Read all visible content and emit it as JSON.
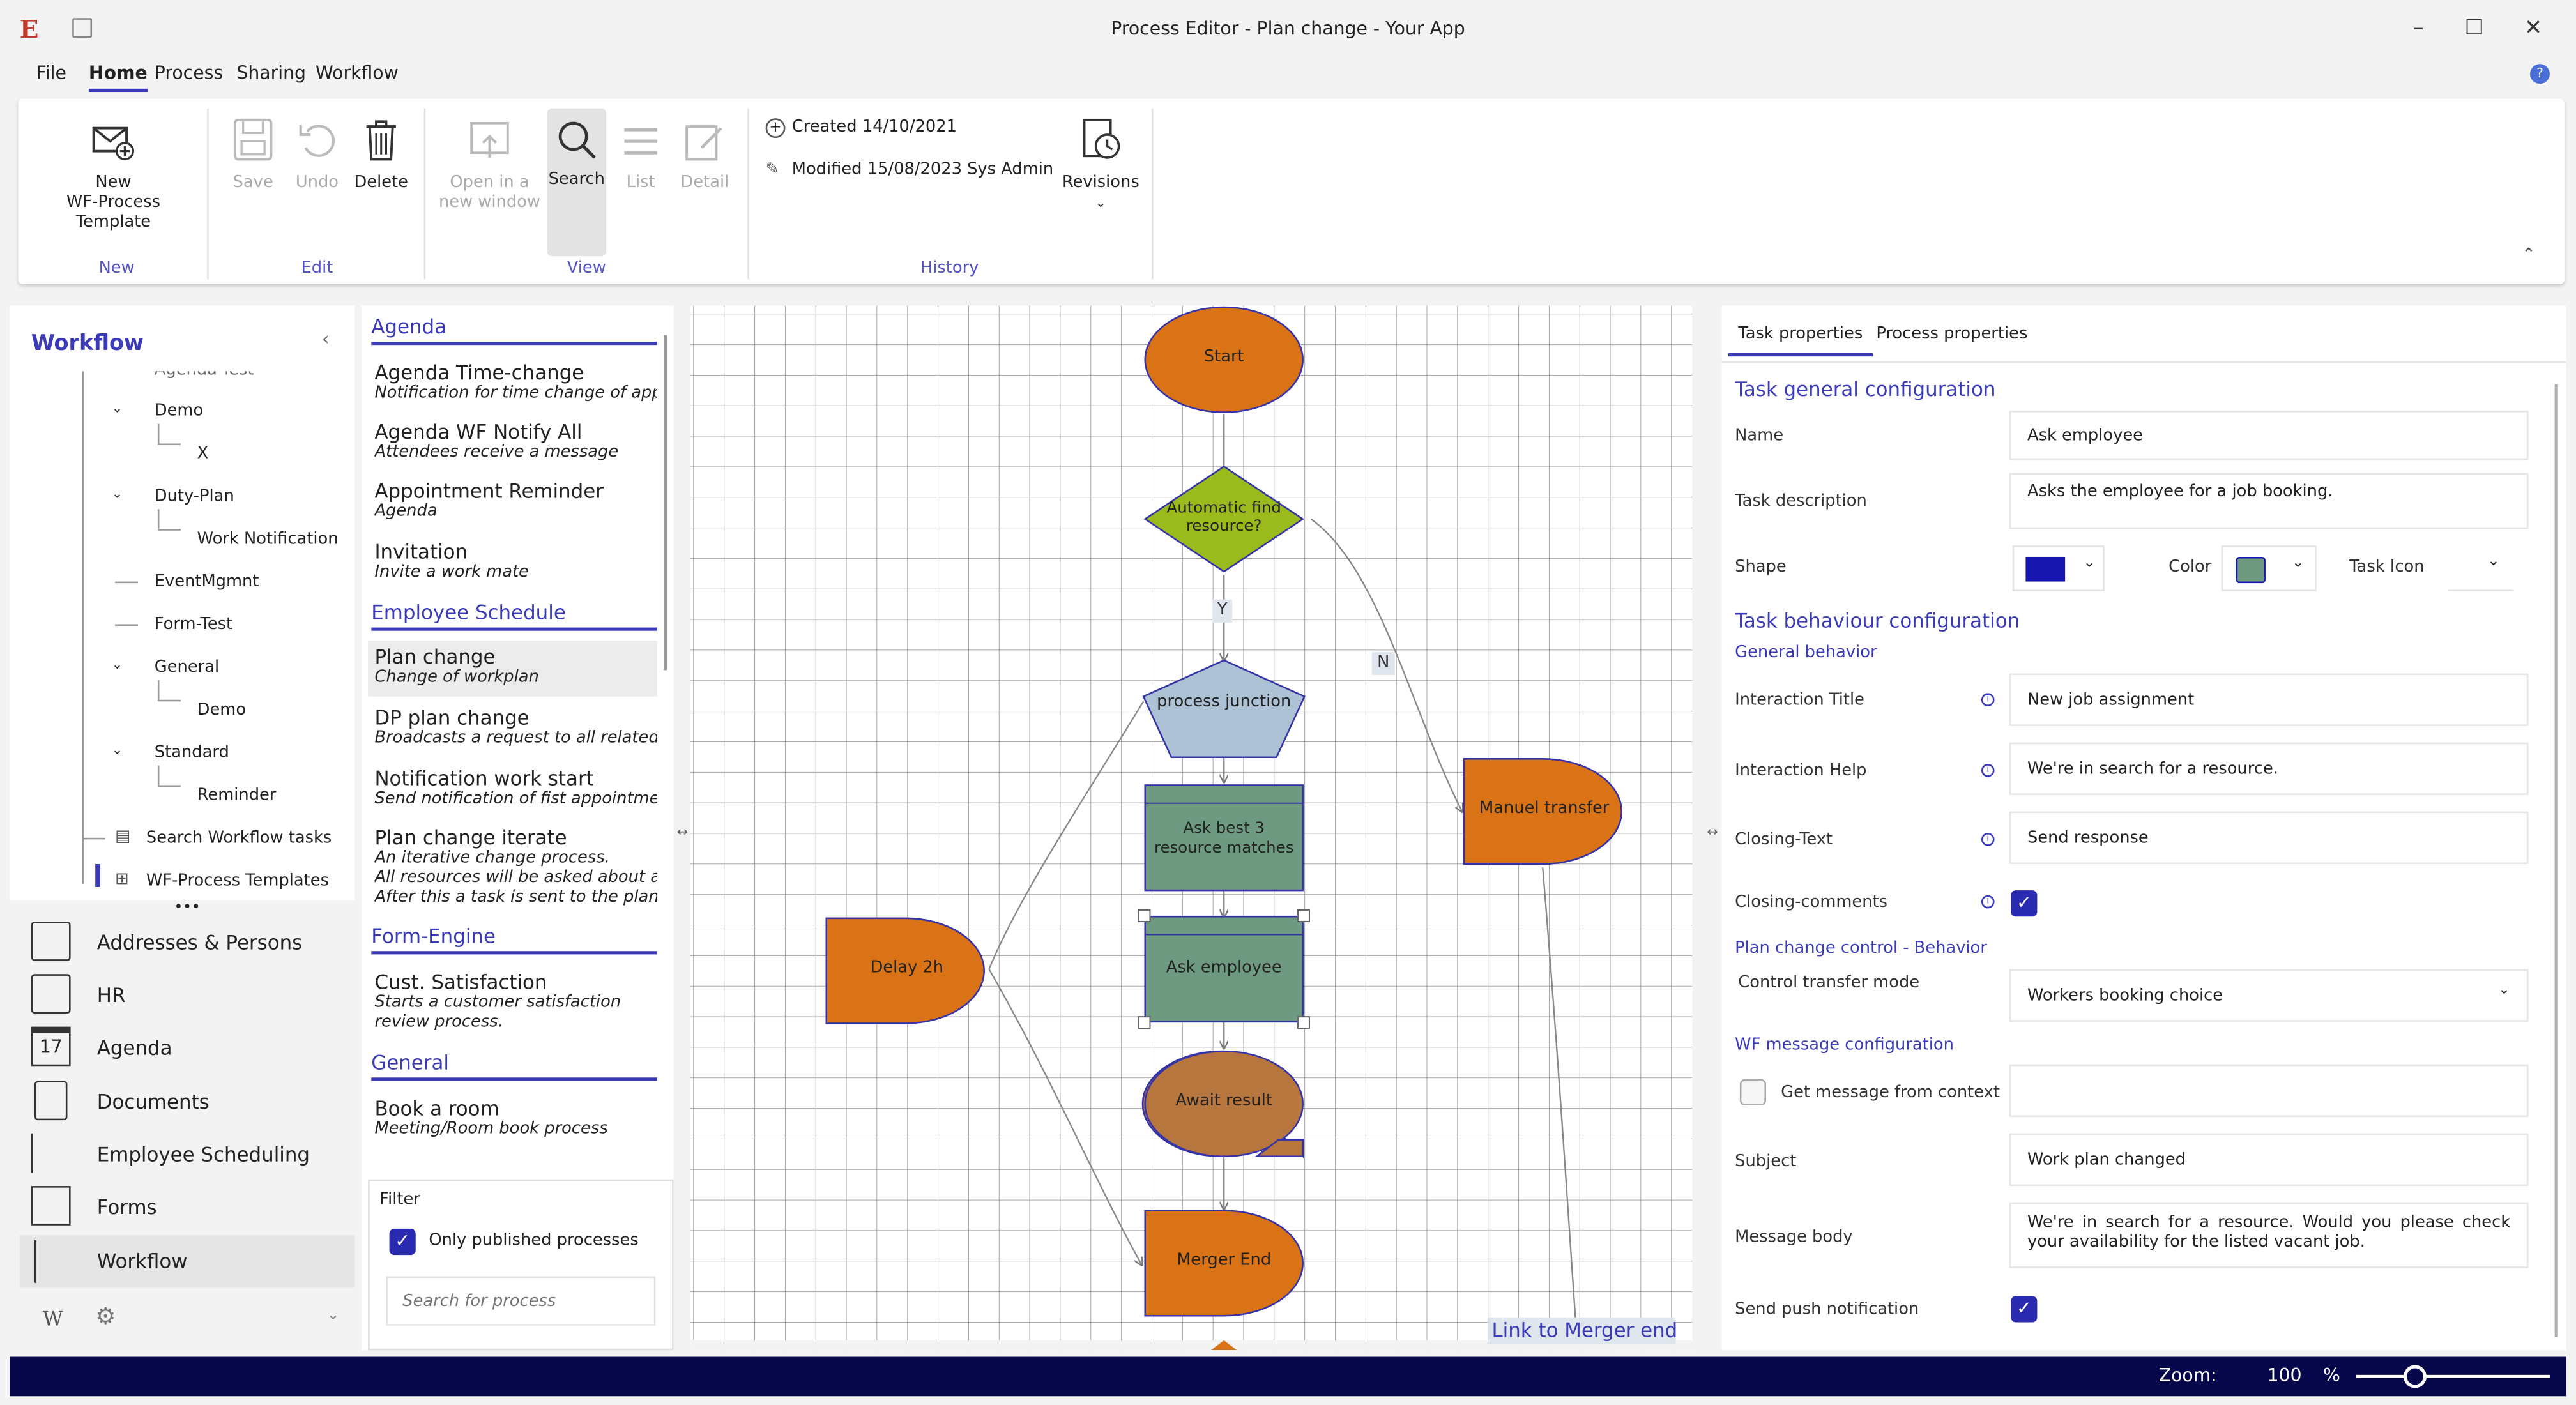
{
  "window": {
    "title": "Process Editor - Plan change - Your App"
  },
  "menu": [
    "File",
    "Home",
    "Process",
    "Sharing",
    "Workflow"
  ],
  "ribbon": {
    "new_wf": "New\nWF-Process Template",
    "save": "Save",
    "undo": "Undo",
    "delete": "Delete",
    "open_new": "Open in a\nnew window",
    "search": "Search",
    "list": "List",
    "detail": "Detail",
    "created": "Created 14/10/2021",
    "modified": "Modified 15/08/2023 Sys Admin",
    "revisions": "Revisions",
    "groups": {
      "new": "New",
      "edit": "Edit",
      "view": "View",
      "history": "History"
    }
  },
  "nav": {
    "title": "Workflow",
    "tree": [
      "Agenda-Test",
      "Demo",
      "X",
      "Duty-Plan",
      "Work Notification",
      "EventMgmnt",
      "Form-Test",
      "General",
      "Demo",
      "Standard",
      "Reminder",
      "Search Workflow tasks",
      "WF-Process Templates"
    ],
    "modules": [
      "Addresses & Persons",
      "HR",
      "Agenda",
      "Documents",
      "Employee Scheduling",
      "Forms",
      "Workflow"
    ],
    "calendar_day": "17",
    "footer_logo": "W"
  },
  "processes": {
    "sections": [
      {
        "title": "Agenda",
        "items": [
          {
            "name": "Agenda Time-change",
            "desc": "Notification for time change of appointment"
          },
          {
            "name": "Agenda WF Notify All",
            "desc": "Attendees receive a message"
          },
          {
            "name": "Appointment Reminder",
            "desc": "Agenda"
          },
          {
            "name": "Invitation",
            "desc": "Invite a work mate"
          }
        ]
      },
      {
        "title": "Employee Schedule",
        "items": [
          {
            "name": "Plan change",
            "desc": "Change of workplan"
          },
          {
            "name": "DP plan change",
            "desc": "Broadcasts a request to all related staff"
          },
          {
            "name": "Notification work start",
            "desc": "Send notification of fist appointment"
          },
          {
            "name": "Plan change iterate",
            "desc": "An iterative change process.",
            "desc2": "All resources will be asked about a booking",
            "desc3": "After this a task is sent to the planner"
          }
        ]
      },
      {
        "title": "Form-Engine",
        "items": [
          {
            "name": "Cust. Satisfaction",
            "desc": "Starts a customer satisfaction",
            "desc2": "review process."
          }
        ]
      },
      {
        "title": "General",
        "items": [
          {
            "name": "Book a room",
            "desc": "Meeting/Room book process"
          }
        ]
      }
    ],
    "filter_label": "Filter",
    "only_published": "Only published processes",
    "search_placeholder": "Search for process"
  },
  "diagram": {
    "start": "Start",
    "auto_find": "Automatic find resource?",
    "yes": "Y",
    "no": "N",
    "junction": "process junction",
    "ask_best": "Ask best 3 resource matches",
    "ask_employee": "Ask employee",
    "manual_transfer": "Manuel transfer",
    "delay": "Delay 2h",
    "await": "Await result",
    "merger_end": "Merger End",
    "link_label": "Link to Merger end b"
  },
  "props": {
    "tabs": [
      "Task properties",
      "Process properties"
    ],
    "general_title": "Task general configuration",
    "name_label": "Name",
    "name_value": "Ask employee",
    "desc_label": "Task description",
    "desc_value": "Asks the employee for a job booking.",
    "shape_label": "Shape",
    "color_label": "Color",
    "icon_label": "Task Icon",
    "behaviour_title": "Task behaviour configuration",
    "general_behavior": "General behavior",
    "interaction_title_label": "Interaction Title",
    "interaction_title_value": "New job assignment",
    "interaction_help_label": "Interaction Help",
    "interaction_help_value": "We're in search for a resource.",
    "closing_text_label": "Closing-Text",
    "closing_text_value": "Send response",
    "closing_comments_label": "Closing-comments",
    "plan_change_title": "Plan change control - Behavior",
    "control_transfer_label": "Control transfer mode",
    "control_transfer_value": "Workers booking choice",
    "wf_message_title": "WF message configuration",
    "get_message_label": "Get message from context",
    "subject_label": "Subject",
    "subject_value": "Work plan changed",
    "body_label": "Message body",
    "body_value": "We're in search for a resource. Would you please check your availability for the listed vacant job.",
    "push_label": "Send push notification"
  },
  "status": {
    "zoom_label": "Zoom:",
    "zoom_value": "100",
    "zoom_unit": "%",
    "zoom_level": 0.28
  },
  "colors": {
    "accent": "#2a2ab0",
    "orange": "#d97316",
    "green": "#9bbb1c",
    "teal": "#6f9a82",
    "junction": "#adc2d4",
    "brown": "#b8763f",
    "status": "#06064a"
  }
}
